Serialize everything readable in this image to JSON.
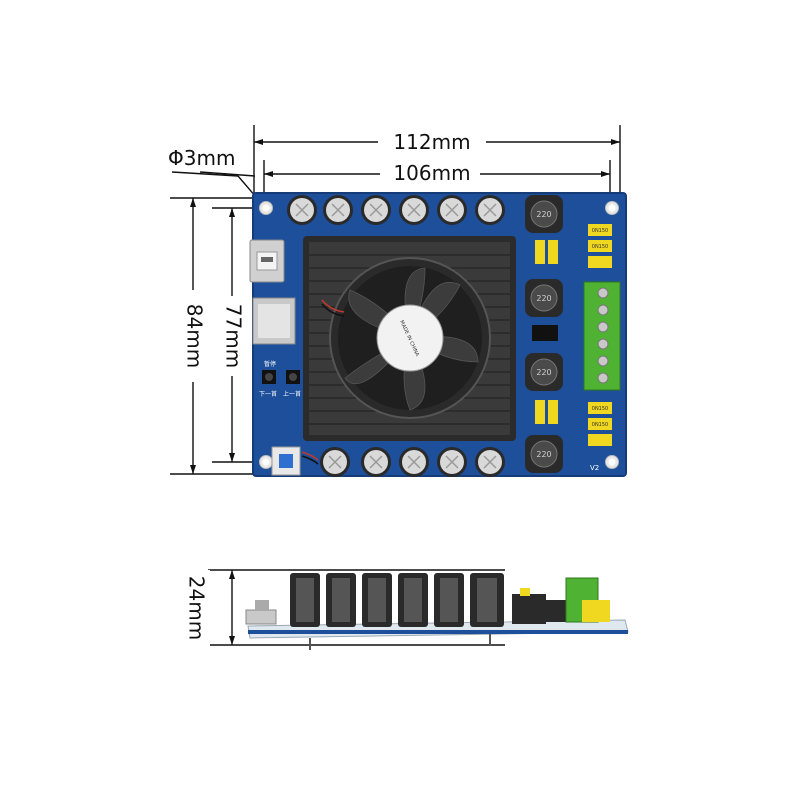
{
  "dimensions": {
    "overall_width": "112mm",
    "hole_spacing_width": "106mm",
    "hole_diameter": "Φ3mm",
    "overall_height": "84mm",
    "hole_spacing_height": "77mm",
    "side_height": "24mm"
  },
  "board": {
    "inductor_label": "220",
    "fan_label_text": "MADE IN CHINA",
    "version_label": "V2",
    "button_labels": [
      "暂停",
      "下一首",
      "上一首"
    ],
    "cap_labels": [
      "0N150",
      "0N150",
      "0N150",
      "0N150"
    ]
  },
  "colors": {
    "pcb_blue": "#1d4f9a",
    "heatsink": "#2e2e2e",
    "terminal_green": "#4fb233",
    "cap_yellow": "#f0d820",
    "silver": "#d6d6d6"
  }
}
